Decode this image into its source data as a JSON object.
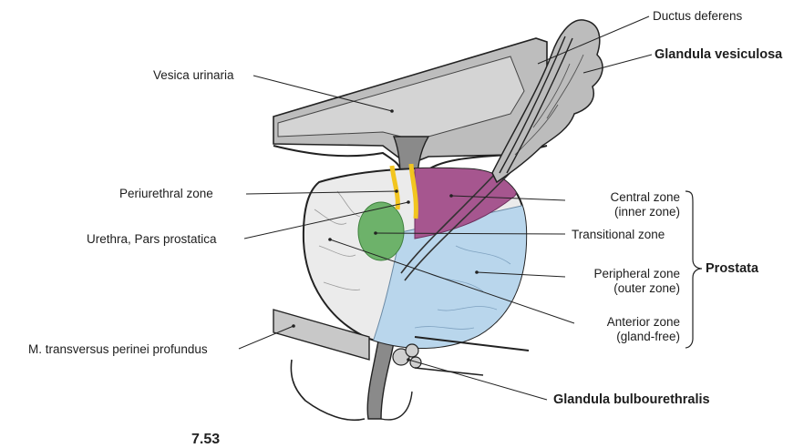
{
  "labels": {
    "ductus_deferens": "Ductus deferens",
    "glandula_vesiculosa": "Glandula vesiculosa",
    "vesica_urinaria": "Vesica urinaria",
    "periurethral_zone": "Periurethral zone",
    "urethra": "Urethra, Pars prostatica",
    "m_transversus": "M. transversus perinei profundus",
    "central_zone": [
      "Central zone",
      "(inner zone)"
    ],
    "transitional_zone": "Transitional zone",
    "peripheral_zone": [
      "Peripheral zone",
      "(outer zone)"
    ],
    "anterior_zone": [
      "Anterior zone",
      "(gland-free)"
    ],
    "prostata": "Prostata",
    "glandula_bulbourethralis": "Glandula bulbourethralis"
  },
  "figure_number": "7.53",
  "colors": {
    "central_zone": "#a6568f",
    "peripheral_zone": "#b9d6ec",
    "transitional_zone": "#6db26a",
    "periurethral_zone": "#f2c51f",
    "anterior_zone": "#ebebeb",
    "tissue": "#b9b9b9",
    "urethra": "#7a7a7a"
  }
}
